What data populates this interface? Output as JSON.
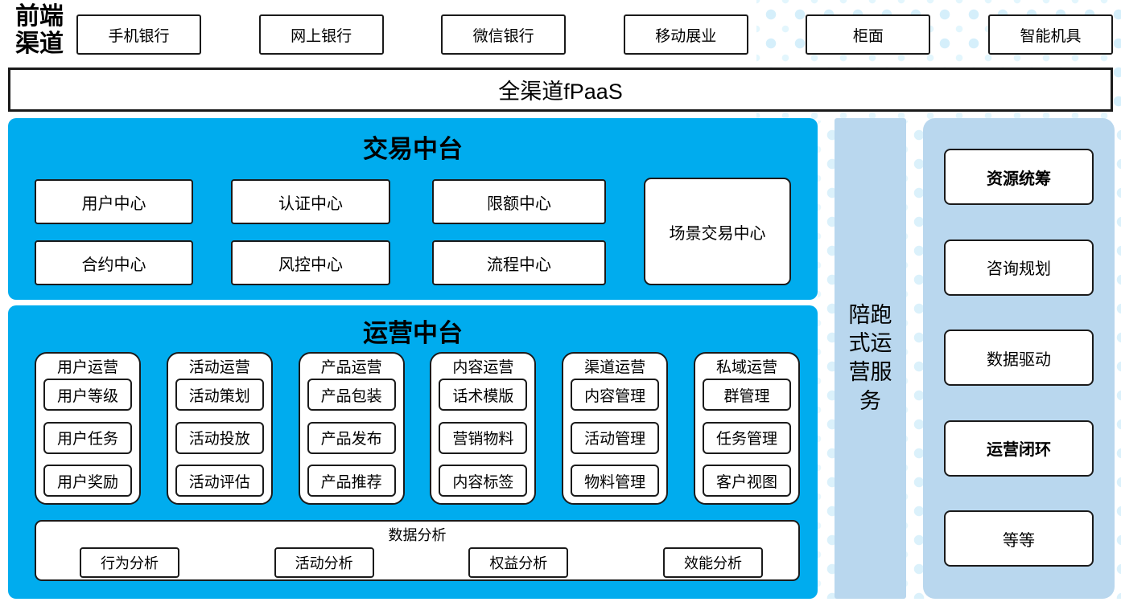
{
  "colors": {
    "platform_blue": "#00ACEE",
    "panel_light_blue": "#B9D7EE",
    "dot_cyan": "#D5EFFB",
    "box_border": "#1A1A1A"
  },
  "front_channels": {
    "label": "前端渠道",
    "items": [
      "手机银行",
      "网上银行",
      "微信银行",
      "移动展业",
      "柜面",
      "智能机具"
    ]
  },
  "fpaas": {
    "label": "全渠道fPaaS"
  },
  "transaction_platform": {
    "title": "交易中台",
    "centers": [
      "用户中心",
      "认证中心",
      "限额中心",
      "合约中心",
      "风控中心",
      "流程中心"
    ],
    "scene_center": "场景交易中心"
  },
  "operation_platform": {
    "title": "运营中台",
    "columns": [
      {
        "title": "用户运营",
        "items": [
          "用户等级",
          "用户任务",
          "用户奖励"
        ]
      },
      {
        "title": "活动运营",
        "items": [
          "活动策划",
          "活动投放",
          "活动评估"
        ]
      },
      {
        "title": "产品运营",
        "items": [
          "产品包装",
          "产品发布",
          "产品推荐"
        ]
      },
      {
        "title": "内容运营",
        "items": [
          "话术模版",
          "营销物料",
          "内容标签"
        ]
      },
      {
        "title": "渠道运营",
        "items": [
          "内容管理",
          "活动管理",
          "物料管理"
        ]
      },
      {
        "title": "私域运营",
        "items": [
          "群管理",
          "任务管理",
          "客户视图"
        ]
      }
    ],
    "data_analysis": {
      "title": "数据分析",
      "items": [
        "行为分析",
        "活动分析",
        "权益分析",
        "效能分析"
      ]
    }
  },
  "side_service": {
    "label": "陪跑式运营服务"
  },
  "right_panel": {
    "items": [
      "资源统筹",
      "咨询规划",
      "数据驱动",
      "运营闭环",
      "等等"
    ]
  }
}
